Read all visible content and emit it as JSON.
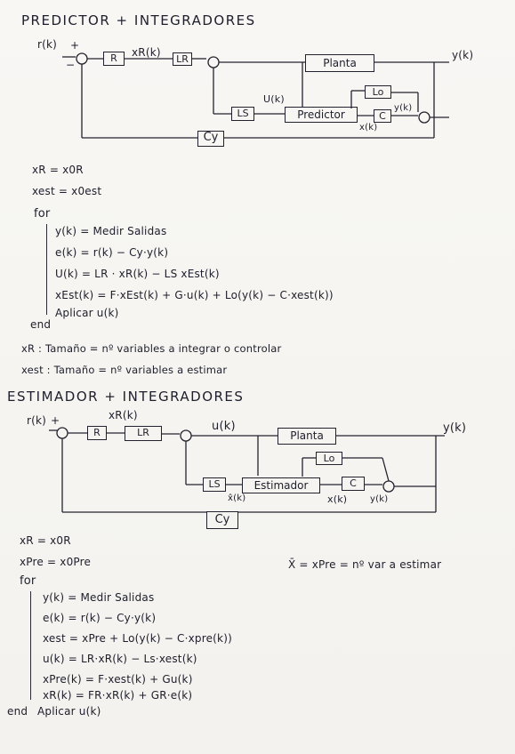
{
  "section1": {
    "title": "PREDICTOR + INTEGRADORES",
    "diagram": {
      "input": "r(k)",
      "plus": "+",
      "minus": "−",
      "block_R": "R",
      "signal_xR": "xR(k)",
      "block_LR": "LR",
      "block_planta": "Planta",
      "output": "y(k)",
      "block_Lo": "Lo",
      "signal_u": "U(k)",
      "block_LS": "LS",
      "block_predictor": "Predictor",
      "block_C": "C",
      "signal_yk": "y(k)",
      "signal_xk": "x(k)",
      "block_Cy": "Cy"
    },
    "init": [
      "xR = x0R",
      "xest = x0est"
    ],
    "loop_start": "for",
    "loop_lines": [
      "y(k) = Medir Salidas",
      "e(k) = r(k) − Cy·y(k)",
      "U(k) = LR · xR(k) − LS xEst(k)",
      "xEst(k) = F·xEst(k) + G·u(k) + Lo(y(k) − C·xest(k))",
      "Aplicar u(k)"
    ],
    "loop_end": "end",
    "notes": [
      "xR : Tamaño = nº variables a integrar o controlar",
      "xest : Tamaño = nº variables a estimar"
    ]
  },
  "section2": {
    "title": "ESTIMADOR + INTEGRADORES",
    "diagram": {
      "input": "r(k)",
      "plus": "+",
      "signal_xR": "xR(k)",
      "block_R": "R",
      "block_LR": "LR",
      "signal_u": "u(k)",
      "block_planta": "Planta",
      "output": "y(k)",
      "block_Lo": "Lo",
      "block_LS": "LS",
      "block_estimador": "Estimador",
      "block_C": "C",
      "signal_xhat": "x̂(k)",
      "signal_xk": "x(k)",
      "signal_yk": "y(k)",
      "block_Cy": "Cy"
    },
    "init": [
      "xR = x0R",
      "xPre = x0Pre"
    ],
    "side_note": "X̄ = xPre = nº var a estimar",
    "loop_start": "for",
    "loop_lines": [
      "y(k) = Medir Salidas",
      "e(k) = r(k) − Cy·y(k)",
      "xest = xPre + Lo(y(k) − C·xpre(k))",
      "u(k) = LR·xR(k) − Ls·xest(k)",
      "xPre(k) = F·xest(k) + Gu(k)",
      "xR(k) = FR·xR(k) + GR·e(k)"
    ],
    "loop_end": "end",
    "last_action": "Aplicar u(k)"
  }
}
